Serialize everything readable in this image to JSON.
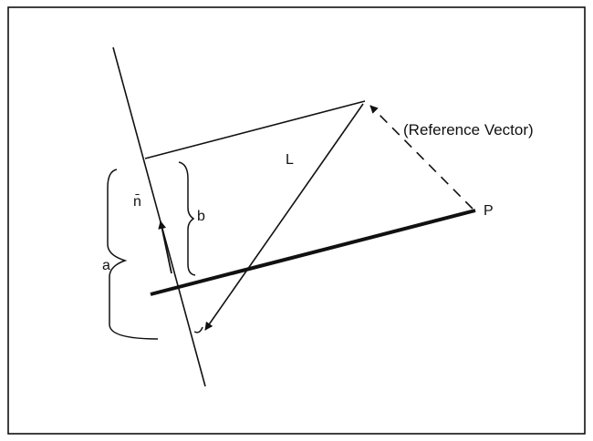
{
  "diagram": {
    "labels": {
      "reference_vector": "(Reference Vector)",
      "point_p": "P",
      "vector_l": "L",
      "normal_n": "n̄",
      "distance_a": "a",
      "distance_b": "b"
    },
    "colors": {
      "ink": "#111111",
      "background": "#ffffff"
    }
  }
}
